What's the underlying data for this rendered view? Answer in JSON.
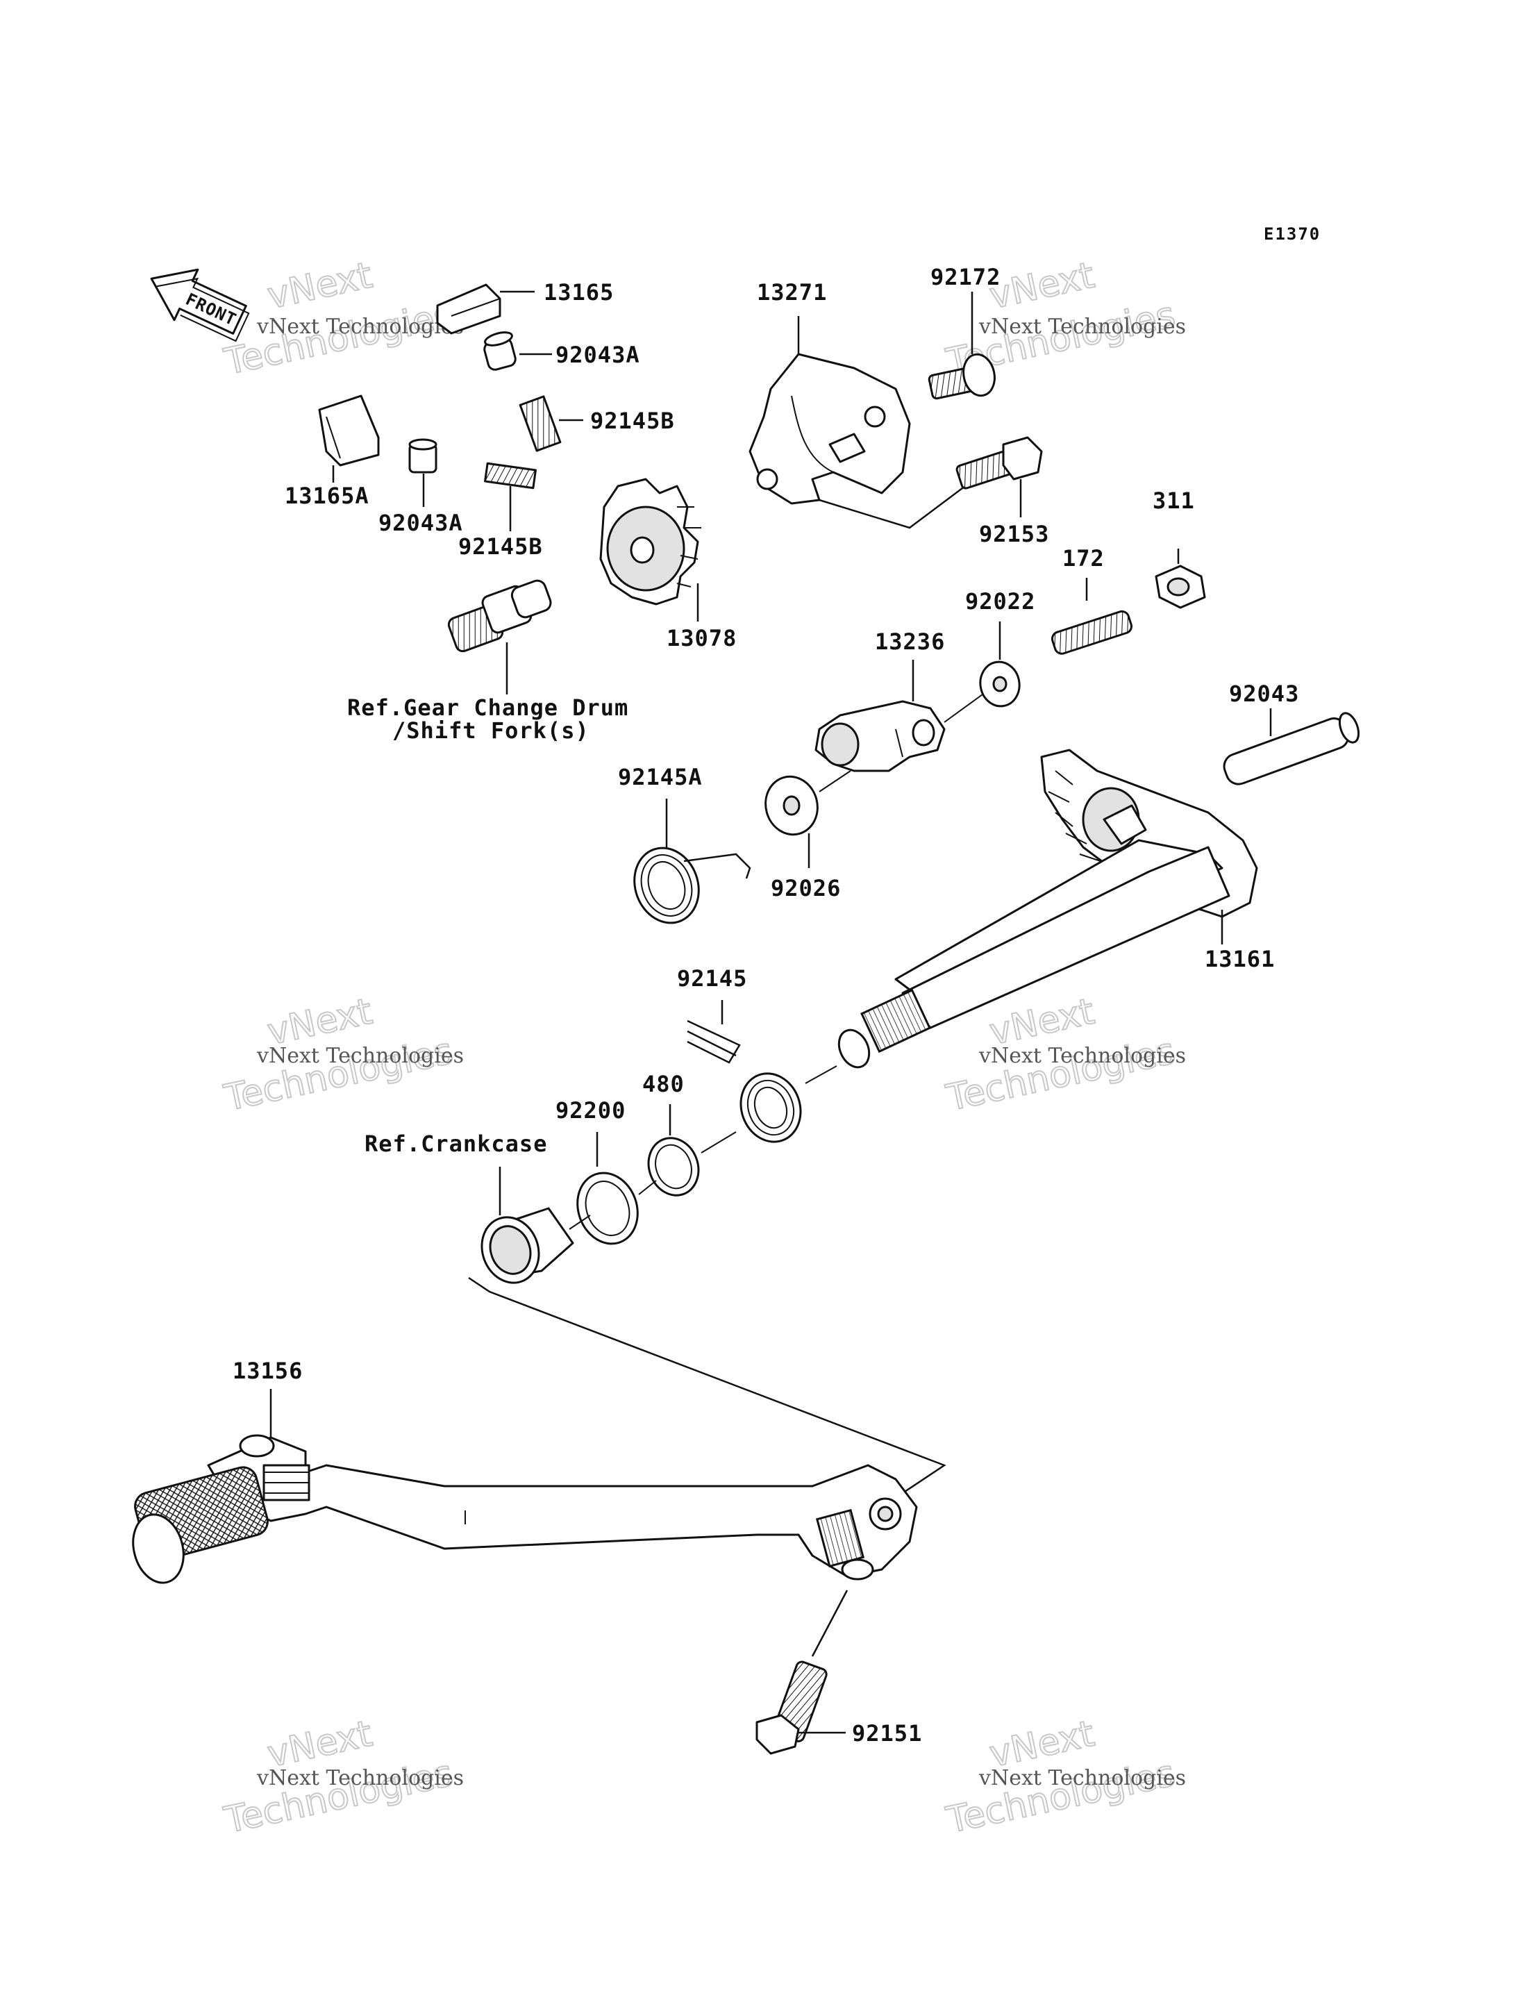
{
  "diagram_code": "E1370",
  "front_label": "FRONT",
  "watermark": {
    "line1": "vNext Technologies",
    "line2": "vNext",
    "line3": "Technologies"
  },
  "labels": {
    "p13165": "13165",
    "p92043A_top": "92043A",
    "p92145B_top": "92145B",
    "p13165A": "13165A",
    "p92043A_bottom": "92043A",
    "p92145B_bottom": "92145B",
    "ref_gear_line1": "Ref.Gear Change Drum",
    "ref_gear_line2": "/Shift Fork(s)",
    "p13271": "13271",
    "p92172": "92172",
    "p92153": "92153",
    "p13078": "13078",
    "p311": "311",
    "p172": "172",
    "p92022": "92022",
    "p13236": "13236",
    "p92043": "92043",
    "p92145A": "92145A",
    "p92026": "92026",
    "p13161": "13161",
    "p92145": "92145",
    "p480": "480",
    "p92200": "92200",
    "ref_crankcase": "Ref.Crankcase",
    "p13156": "13156",
    "p92151": "92151"
  }
}
